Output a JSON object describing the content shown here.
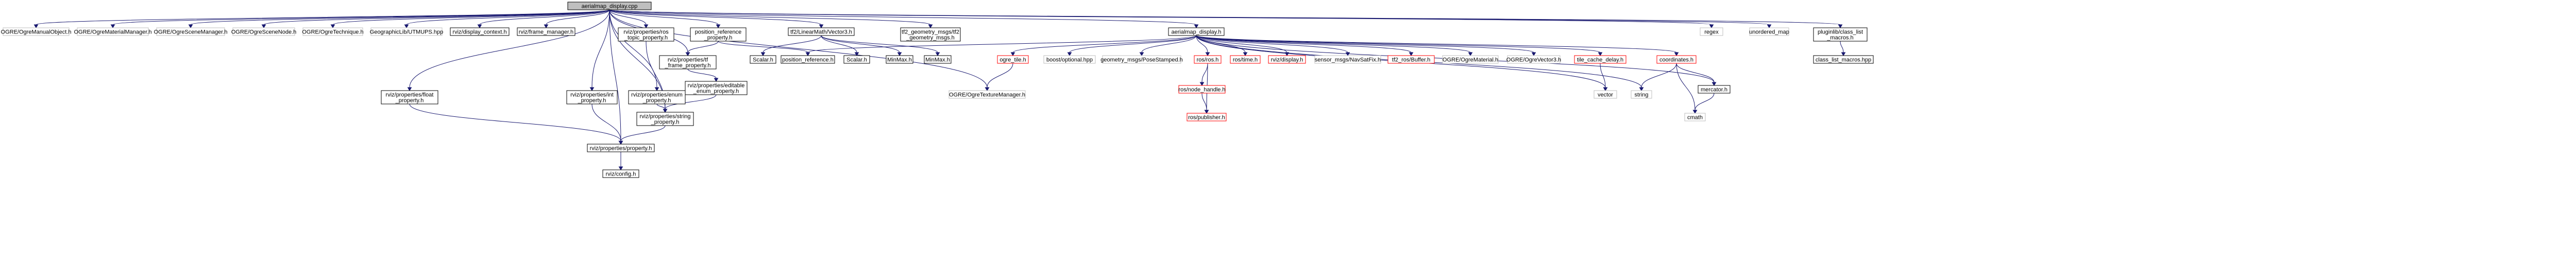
{
  "graph": {
    "nodes": [
      {
        "id": "root",
        "label": [
          "aerialmap_display.cpp"
        ],
        "style": "root"
      },
      {
        "id": "manualobj",
        "label": [
          "OGRE/OgreManualObject.h"
        ],
        "style": "gray"
      },
      {
        "id": "matmgr",
        "label": [
          "OGRE/OgreMaterialManager.h"
        ],
        "style": "gray"
      },
      {
        "id": "scenemgr",
        "label": [
          "OGRE/OgreSceneManager.h"
        ],
        "style": "gray"
      },
      {
        "id": "scenenode",
        "label": [
          "OGRE/OgreSceneNode.h"
        ],
        "style": "gray"
      },
      {
        "id": "technique",
        "label": [
          "OGRE/OgreTechnique.h"
        ],
        "style": "gray"
      },
      {
        "id": "utm",
        "label": [
          "GeographicLib/UTMUPS.hpp"
        ],
        "style": "gray"
      },
      {
        "id": "dispctx",
        "label": [
          "rviz/display_context.h"
        ],
        "style": "normal"
      },
      {
        "id": "framemgr",
        "label": [
          "rviz/frame_manager.h"
        ],
        "style": "normal"
      },
      {
        "id": "rostopic",
        "label": [
          "rviz/properties/ros",
          "_topic_property.h"
        ],
        "style": "normal"
      },
      {
        "id": "posref",
        "label": [
          "position_reference",
          "_property.h"
        ],
        "style": "normal"
      },
      {
        "id": "linmath",
        "label": [
          "tf2/LinearMath/Vector3.h"
        ],
        "style": "normal"
      },
      {
        "id": "tf2geo",
        "label": [
          "tf2_geometry_msgs/tf2",
          "_geometry_msgs.h"
        ],
        "style": "normal"
      },
      {
        "id": "aerialh",
        "label": [
          "aerialmap_display.h"
        ],
        "style": "normal"
      },
      {
        "id": "regex",
        "label": [
          "regex"
        ],
        "style": "gray"
      },
      {
        "id": "unordmap",
        "label": [
          "unordered_map"
        ],
        "style": "gray"
      },
      {
        "id": "pluginlib",
        "label": [
          "pluginlib/class_list",
          "_macros.h"
        ],
        "style": "normal"
      },
      {
        "id": "tfframe",
        "label": [
          "rviz/properties/tf",
          "_frame_property.h"
        ],
        "style": "normal"
      },
      {
        "id": "scalar1",
        "label": [
          "Scalar.h"
        ],
        "style": "normal"
      },
      {
        "id": "posrefh",
        "label": [
          "position_reference.h"
        ],
        "style": "normal"
      },
      {
        "id": "scalar2",
        "label": [
          "Scalar.h"
        ],
        "style": "normal"
      },
      {
        "id": "minmax1",
        "label": [
          "MinMax.h"
        ],
        "style": "normal"
      },
      {
        "id": "minmax2",
        "label": [
          "MinMax.h"
        ],
        "style": "normal"
      },
      {
        "id": "ogretile",
        "label": [
          "ogre_tile.h"
        ],
        "style": "red"
      },
      {
        "id": "boostopt",
        "label": [
          "boost/optional.hpp"
        ],
        "style": "gray"
      },
      {
        "id": "posestamped",
        "label": [
          "geometry_msgs/PoseStamped.h"
        ],
        "style": "gray"
      },
      {
        "id": "rosros",
        "label": [
          "ros/ros.h"
        ],
        "style": "red"
      },
      {
        "id": "rostime",
        "label": [
          "ros/time.h"
        ],
        "style": "red"
      },
      {
        "id": "rvizdisplay",
        "label": [
          "rviz/display.h"
        ],
        "style": "red"
      },
      {
        "id": "navsat",
        "label": [
          "sensor_msgs/NavSatFix.h"
        ],
        "style": "gray"
      },
      {
        "id": "tf2buffer",
        "label": [
          "tf2_ros/Buffer.h"
        ],
        "style": "red"
      },
      {
        "id": "ogremat",
        "label": [
          "OGRE/OgreMaterial.h"
        ],
        "style": "gray"
      },
      {
        "id": "ogrevec",
        "label": [
          "OGRE/OgreVector3.h"
        ],
        "style": "gray"
      },
      {
        "id": "tilecache",
        "label": [
          "tile_cache_delay.h"
        ],
        "style": "red"
      },
      {
        "id": "coords",
        "label": [
          "coordinates.h"
        ],
        "style": "red"
      },
      {
        "id": "classlist",
        "label": [
          "class_list_macros.hpp"
        ],
        "style": "normal"
      },
      {
        "id": "floatprop",
        "label": [
          "rviz/properties/float",
          "_property.h"
        ],
        "style": "normal"
      },
      {
        "id": "intprop",
        "label": [
          "rviz/properties/int",
          "_property.h"
        ],
        "style": "normal"
      },
      {
        "id": "enumprop",
        "label": [
          "rviz/properties/enum",
          "_property.h"
        ],
        "style": "normal"
      },
      {
        "id": "editenum",
        "label": [
          "rviz/properties/editable",
          "_enum_property.h"
        ],
        "style": "normal"
      },
      {
        "id": "strprop",
        "label": [
          "rviz/properties/string",
          "_property.h"
        ],
        "style": "normal"
      },
      {
        "id": "prop",
        "label": [
          "rviz/properties/property.h"
        ],
        "style": "normal"
      },
      {
        "id": "config",
        "label": [
          "rviz/config.h"
        ],
        "style": "normal"
      },
      {
        "id": "texmgr",
        "label": [
          "OGRE/OgreTextureManager.h"
        ],
        "style": "gray"
      },
      {
        "id": "nodehandle",
        "label": [
          "ros/node_handle.h"
        ],
        "style": "red"
      },
      {
        "id": "publisher",
        "label": [
          "ros/publisher.h"
        ],
        "style": "red"
      },
      {
        "id": "vector",
        "label": [
          "vector"
        ],
        "style": "gray"
      },
      {
        "id": "string",
        "label": [
          "string"
        ],
        "style": "gray"
      },
      {
        "id": "mercator",
        "label": [
          "mercator.h"
        ],
        "style": "normal"
      },
      {
        "id": "cmath",
        "label": [
          "cmath"
        ],
        "style": "gray"
      }
    ],
    "edges": [
      [
        "root",
        "manualobj"
      ],
      [
        "root",
        "matmgr"
      ],
      [
        "root",
        "scenemgr"
      ],
      [
        "root",
        "scenenode"
      ],
      [
        "root",
        "technique"
      ],
      [
        "root",
        "utm"
      ],
      [
        "root",
        "dispctx"
      ],
      [
        "root",
        "framemgr"
      ],
      [
        "root",
        "rostopic"
      ],
      [
        "root",
        "posref"
      ],
      [
        "root",
        "linmath"
      ],
      [
        "root",
        "tf2geo"
      ],
      [
        "root",
        "aerialh"
      ],
      [
        "root",
        "regex"
      ],
      [
        "root",
        "unordmap"
      ],
      [
        "root",
        "pluginlib"
      ],
      [
        "root",
        "floatprop"
      ],
      [
        "root",
        "intprop"
      ],
      [
        "root",
        "enumprop"
      ],
      [
        "root",
        "strprop"
      ],
      [
        "root",
        "tfframe"
      ],
      [
        "root",
        "prop"
      ],
      [
        "root",
        "texmgr"
      ],
      [
        "rostopic",
        "strprop"
      ],
      [
        "posref",
        "tfframe"
      ],
      [
        "posref",
        "posrefh"
      ],
      [
        "tfframe",
        "editenum"
      ],
      [
        "editenum",
        "strprop"
      ],
      [
        "enumprop",
        "strprop"
      ],
      [
        "linmath",
        "scalar1"
      ],
      [
        "linmath",
        "scalar2"
      ],
      [
        "linmath",
        "minmax1"
      ],
      [
        "linmath",
        "minmax2"
      ],
      [
        "floatprop",
        "prop"
      ],
      [
        "intprop",
        "prop"
      ],
      [
        "strprop",
        "prop"
      ],
      [
        "prop",
        "config"
      ],
      [
        "aerialh",
        "posrefh"
      ],
      [
        "aerialh",
        "ogretile"
      ],
      [
        "aerialh",
        "boostopt"
      ],
      [
        "aerialh",
        "posestamped"
      ],
      [
        "aerialh",
        "rosros"
      ],
      [
        "aerialh",
        "rostime"
      ],
      [
        "aerialh",
        "rvizdisplay"
      ],
      [
        "aerialh",
        "navsat"
      ],
      [
        "aerialh",
        "tf2buffer"
      ],
      [
        "aerialh",
        "ogremat"
      ],
      [
        "aerialh",
        "ogrevec"
      ],
      [
        "aerialh",
        "tilecache"
      ],
      [
        "aerialh",
        "coords"
      ],
      [
        "aerialh",
        "vector"
      ],
      [
        "aerialh",
        "string"
      ],
      [
        "aerialh",
        "mercator"
      ],
      [
        "ogretile",
        "texmgr"
      ],
      [
        "rosros",
        "nodehandle"
      ],
      [
        "rosros",
        "publisher"
      ],
      [
        "nodehandle",
        "publisher"
      ],
      [
        "tilecache",
        "vector"
      ],
      [
        "coords",
        "string"
      ],
      [
        "coords",
        "mercator"
      ],
      [
        "coords",
        "cmath"
      ],
      [
        "mercator",
        "cmath"
      ],
      [
        "pluginlib",
        "classlist"
      ]
    ]
  }
}
